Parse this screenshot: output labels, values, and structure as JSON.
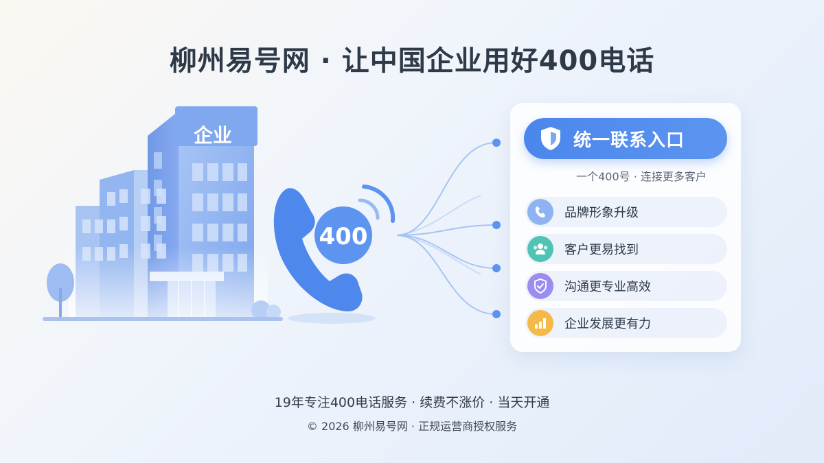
{
  "title": "柳州易号网 · 让中国企业用好400电话",
  "building": {
    "sign": "企业"
  },
  "phone": {
    "badge": "400"
  },
  "panel": {
    "entry_label": "统一联系入口",
    "entry_sub": "一个400号 · 连接更多客户",
    "features": [
      {
        "label": "品牌形象升级",
        "icon": "phone-icon",
        "color": "#8fb3f2"
      },
      {
        "label": "客户更易找到",
        "icon": "users-icon",
        "color": "#4fc3b4"
      },
      {
        "label": "沟通更专业高效",
        "icon": "shield-check-icon",
        "color": "#9b8cf0"
      },
      {
        "label": "企业发展更有力",
        "icon": "bar-chart-icon",
        "color": "#f5b94a"
      }
    ]
  },
  "footer": {
    "line1": "19年专注400电话服务 · 续费不涨价 · 当天开通",
    "line2": "© 2026 柳州易号网 · 正规运营商授权服务"
  },
  "colors": {
    "accent": "#4b86ec",
    "building": "#8fb3f2",
    "text": "#2f3a48"
  }
}
